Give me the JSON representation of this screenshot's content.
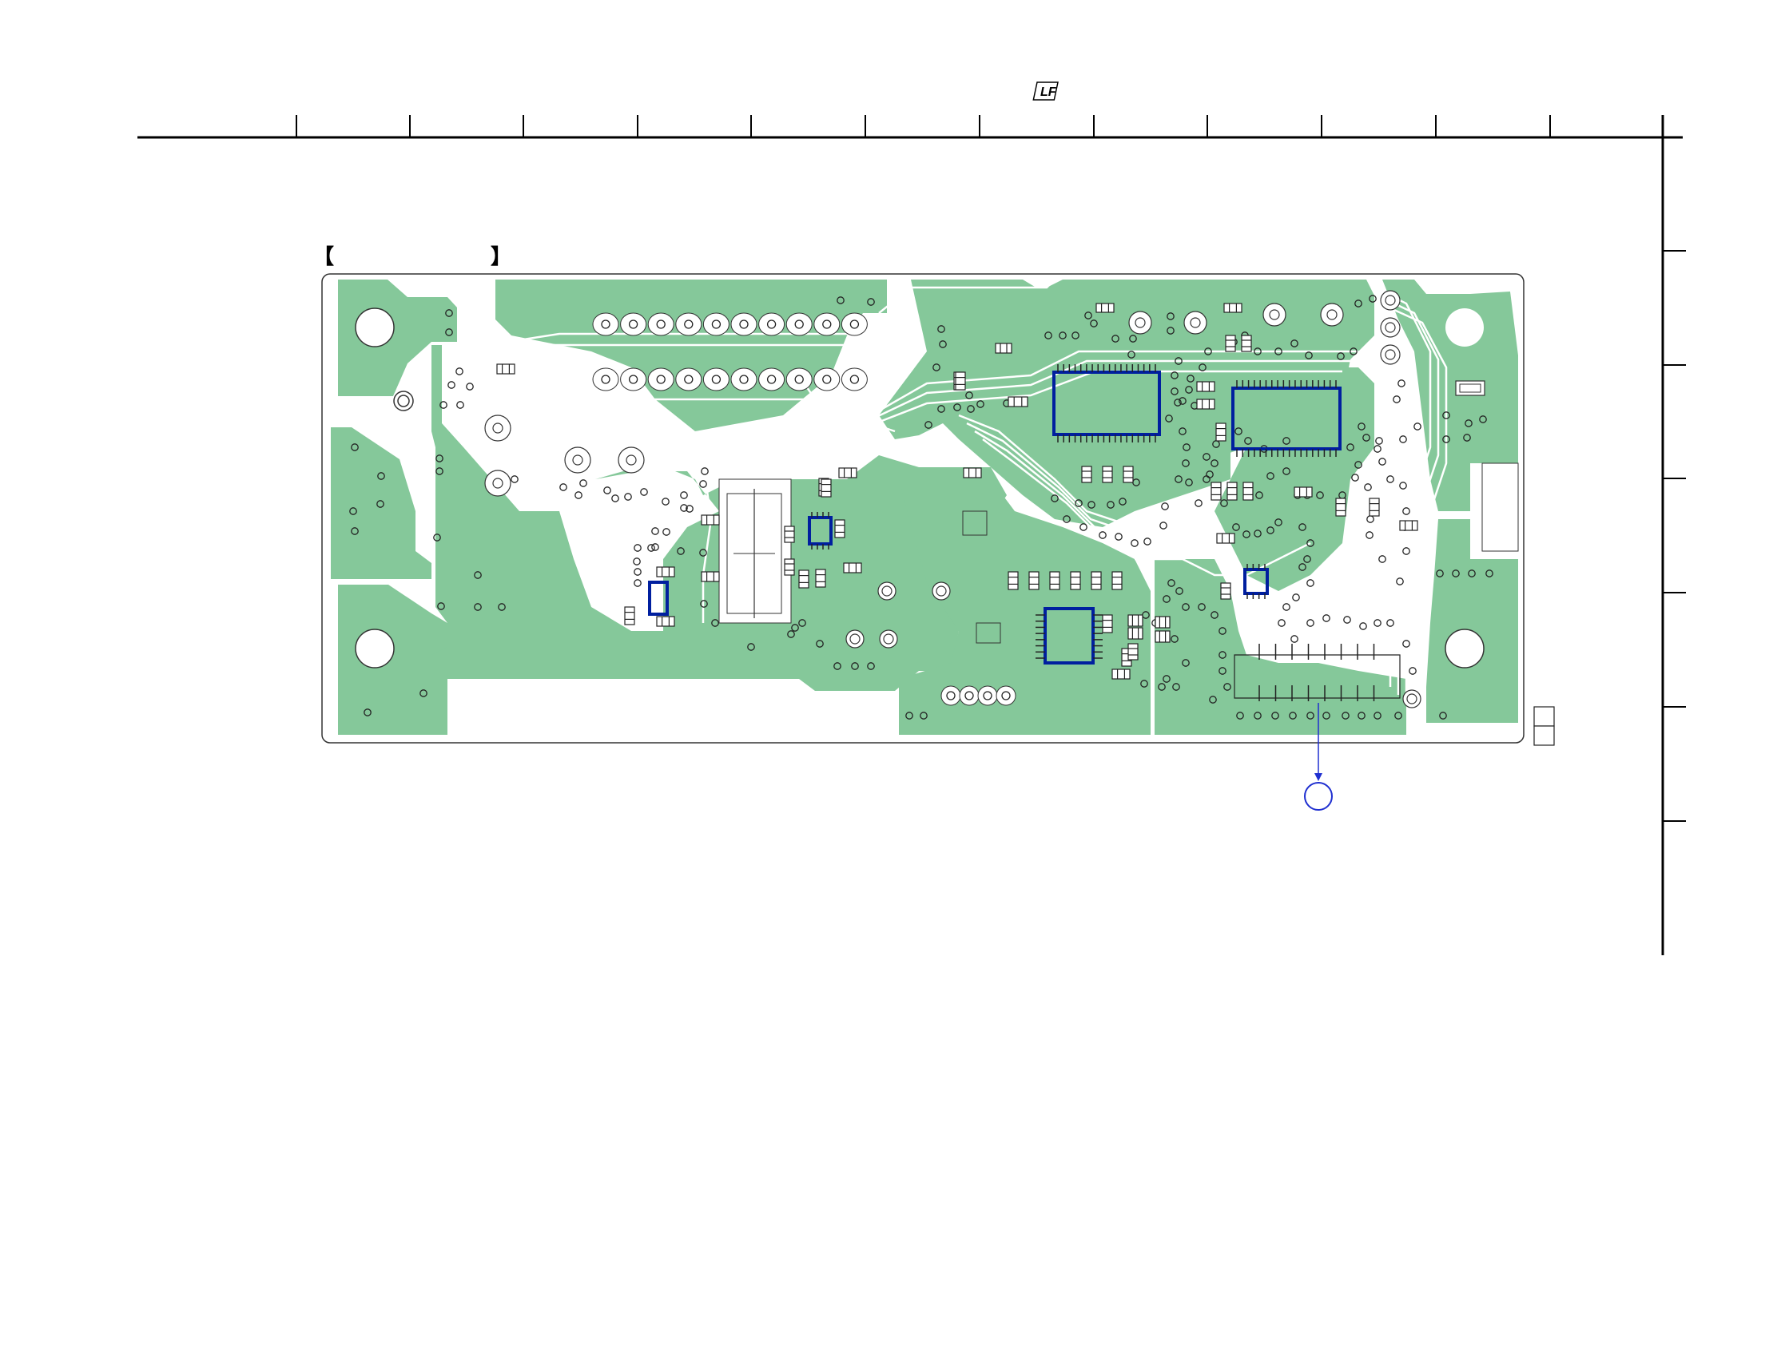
{
  "document": {
    "title_bracket_left": "【",
    "title_bracket_right": "】",
    "brand_mark": "lead-free-mark",
    "colors": {
      "board_fill": "#85c89a",
      "trace": "#ffffff",
      "outline": "#333333",
      "ic_highlight": "#001f9f",
      "callout": "#1f2fd0",
      "frame": "#000000"
    }
  },
  "frame": {
    "top_ticks": 12,
    "right_ticks": 6
  },
  "board": {
    "connector_pins_top_row": 10,
    "connector_pins_bottom_row": 10,
    "bottom_connector_pins": 4,
    "ic_outlines": 7
  }
}
